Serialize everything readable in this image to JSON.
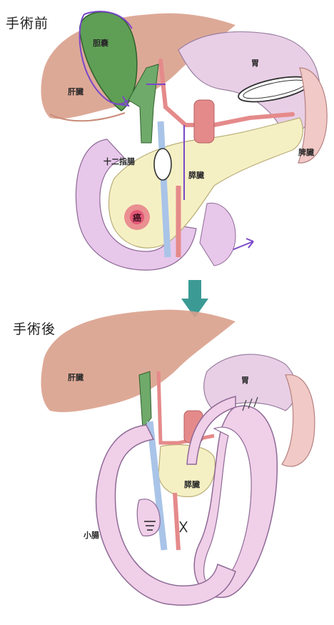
{
  "before": {
    "title": "手術前",
    "labels": {
      "gallbladder": "胆嚢",
      "stomach": "胃",
      "liver": "肝臓",
      "duodenum": "十二指腸",
      "pancreas": "膵臓",
      "spleen": "脾臓",
      "cancer": "癌"
    }
  },
  "after": {
    "title": "手術後",
    "labels": {
      "liver": "肝臓",
      "stomach": "胃",
      "pancreas": "膵臓",
      "small_intestine": "小腸"
    }
  },
  "colors": {
    "liver": "#d9a08c",
    "stomach": "#e8cfe6",
    "duodenum": "#e7c7ea",
    "pancreas": "#f5f0c4",
    "bile_duct": "#6faa6a",
    "gallbladder": "#5f9f55",
    "artery": "#e58a8a",
    "vein": "#a9c4e8",
    "resection_line": "#7a48c8",
    "arrow": "#3c9a95",
    "small_intestine": "#f0cfe8",
    "cancer": "#e0406a"
  }
}
